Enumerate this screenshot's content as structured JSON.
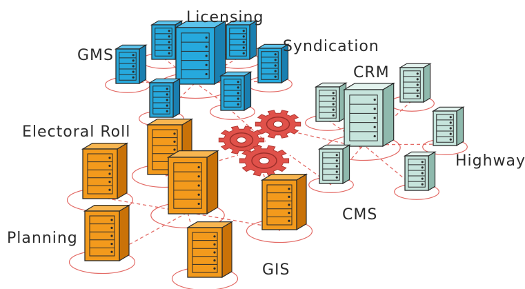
{
  "labels": {
    "licensing": "Licensing",
    "gms": "GMS",
    "syndication": "Syndication",
    "crm": "CRM",
    "electoral_roll": "Electoral Roll",
    "highways": "Highways",
    "cms": "CMS",
    "planning": "Planning",
    "gis": "GIS"
  },
  "colors": {
    "blue": "#26a9dd",
    "blue_dark": "#1a7fb0",
    "mint": "#c6e4dc",
    "mint_dark": "#8fb9ad",
    "orange": "#f39a1c",
    "orange_dark": "#c97208",
    "gear": "#e0514a",
    "ring": "#e36b66",
    "link": "#e36b66",
    "ink": "#2b2b2b"
  },
  "servers": [
    {
      "name": "server-licensing-left",
      "group": "blue",
      "size": "s"
    },
    {
      "name": "server-licensing-right",
      "group": "blue",
      "size": "s"
    },
    {
      "name": "server-licensing-main",
      "group": "blue",
      "size": "l"
    },
    {
      "name": "server-gms",
      "group": "blue",
      "size": "s"
    },
    {
      "name": "server-syndication",
      "group": "blue",
      "size": "s"
    },
    {
      "name": "server-blue-bottom-left",
      "group": "blue",
      "size": "s"
    },
    {
      "name": "server-blue-bottom-right",
      "group": "blue",
      "size": "s"
    },
    {
      "name": "server-crm-left",
      "group": "mint",
      "size": "s"
    },
    {
      "name": "server-crm-right",
      "group": "mint",
      "size": "s"
    },
    {
      "name": "server-crm-main",
      "group": "mint",
      "size": "l"
    },
    {
      "name": "server-highways-upper",
      "group": "mint",
      "size": "s"
    },
    {
      "name": "server-highways-lower",
      "group": "mint",
      "size": "s"
    },
    {
      "name": "server-cms",
      "group": "mint",
      "size": "s"
    },
    {
      "name": "server-electoral-roll",
      "group": "orange",
      "size": "m"
    },
    {
      "name": "server-orange-left",
      "group": "orange",
      "size": "m"
    },
    {
      "name": "server-orange-main",
      "group": "orange",
      "size": "l"
    },
    {
      "name": "server-orange-right",
      "group": "orange",
      "size": "m"
    },
    {
      "name": "server-planning",
      "group": "orange",
      "size": "m"
    },
    {
      "name": "server-gis",
      "group": "orange",
      "size": "m"
    }
  ]
}
